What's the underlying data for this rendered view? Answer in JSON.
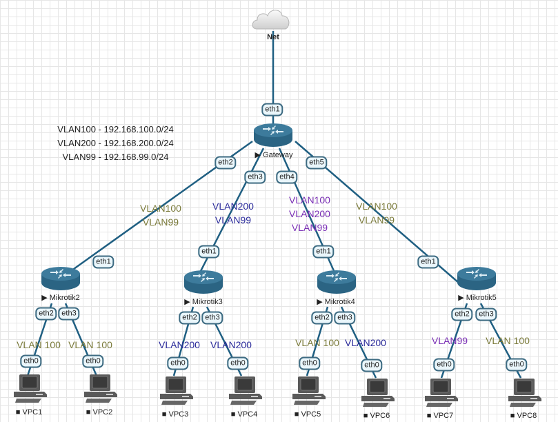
{
  "colors": {
    "link": "#1f5f82",
    "vlan100": "#7a7a3a",
    "vlan200": "#2a2a9a",
    "vlan_mix": "#7a2fb5",
    "vlan99_purple": "#7a2fb5",
    "router_body": "#2f6a8a",
    "router_top": "#3f7fa0",
    "pc": "#555555"
  },
  "legend": [
    "VLAN100 - 192.168.100.0/24",
    "VLAN200 - 192.168.200.0/24",
    "VLAN99 - 192.168.99.0/24"
  ],
  "cloud": {
    "name": "Net"
  },
  "routers": [
    {
      "id": "gateway",
      "name": "Gateway"
    },
    {
      "id": "mikrotik2",
      "name": "Mikrotik2"
    },
    {
      "id": "mikrotik3",
      "name": "Mikrotik3"
    },
    {
      "id": "mikrotik4",
      "name": "Mikrotik4"
    },
    {
      "id": "mikrotik5",
      "name": "Mikrotik5"
    }
  ],
  "pcs": [
    {
      "name": "VPC1"
    },
    {
      "name": "VPC2"
    },
    {
      "name": "VPC3"
    },
    {
      "name": "VPC4"
    },
    {
      "name": "VPC5"
    },
    {
      "name": "VPC6"
    },
    {
      "name": "VPC7"
    },
    {
      "name": "VPC8"
    }
  ],
  "ports": {
    "gw_eth1": "eth1",
    "gw_eth2": "eth2",
    "gw_eth3": "eth3",
    "gw_eth4": "eth4",
    "gw_eth5": "eth5",
    "m2_eth1": "eth1",
    "m2_eth2": "eth2",
    "m2_eth3": "eth3",
    "m3_eth1": "eth1",
    "m3_eth2": "eth2",
    "m3_eth3": "eth3",
    "m4_eth1": "eth1",
    "m4_eth2": "eth2",
    "m4_eth3": "eth3",
    "m5_eth1": "eth1",
    "m5_eth2": "eth2",
    "m5_eth3": "eth3",
    "vpc_eth0": "eth0"
  },
  "trunks": {
    "m2": [
      "VLAN100",
      "VLAN99"
    ],
    "m3": [
      "VLAN200",
      "VLAN99"
    ],
    "m4": [
      "VLAN100",
      "VLAN200",
      "VLAN99"
    ],
    "m5": [
      "VLAN100",
      "VLAN99"
    ]
  },
  "access": {
    "vpc1": "VLAN 100",
    "vpc2": "VLAN 100",
    "vpc3": "VLAN200",
    "vpc4": "VLAN200",
    "vpc5": "VLAN 100",
    "vpc6": "VLAN200",
    "vpc7": "VLAN99",
    "vpc8": "VLAN 100"
  }
}
